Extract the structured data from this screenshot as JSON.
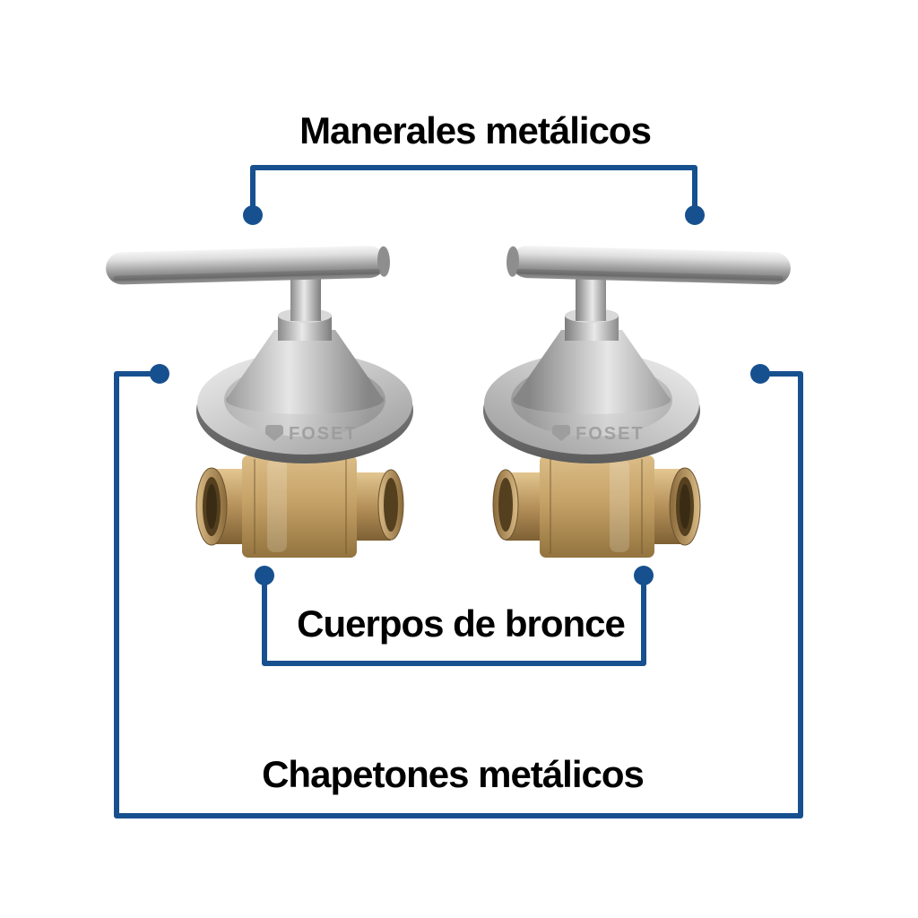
{
  "labels": {
    "top": "Manerales metálicos",
    "middle": "Cuerpos de bronce",
    "bottom": "Chapetones metálicos"
  },
  "brand": "FOSET",
  "colors": {
    "callout_blue": "#17508F",
    "label_text": "#000000",
    "steel": "#B9B9B9",
    "brass": "#C2A166",
    "background": "#FFFFFF"
  }
}
